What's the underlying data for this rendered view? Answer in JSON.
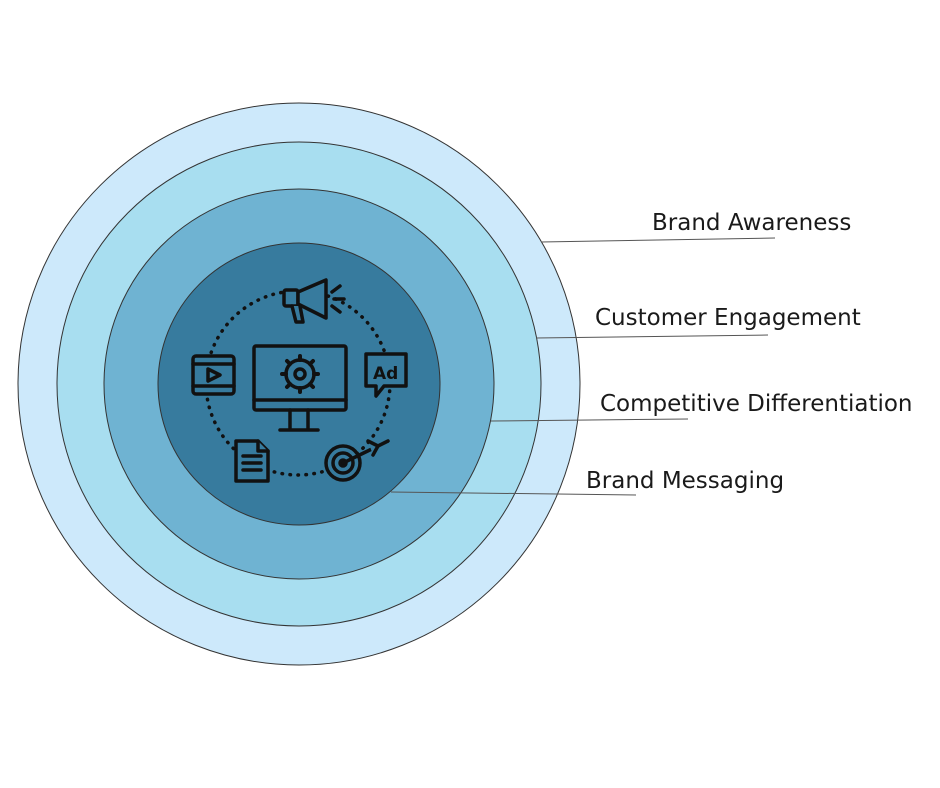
{
  "diagram": {
    "layers": [
      {
        "label": "Brand Awareness",
        "color": "#cde9fb"
      },
      {
        "label": "Customer Engagement",
        "color": "#a8def0"
      },
      {
        "label": "Competitive Differentiation",
        "color": "#6fb3d2"
      },
      {
        "label": "Brand Messaging",
        "color": "#377b9e"
      }
    ],
    "outline_color": "#333333",
    "icon_color": "#111111",
    "center_icons": [
      "megaphone-icon",
      "video-play-icon",
      "monitor-gear-icon",
      "ad-bubble-icon",
      "document-icon",
      "target-arrow-icon"
    ]
  }
}
